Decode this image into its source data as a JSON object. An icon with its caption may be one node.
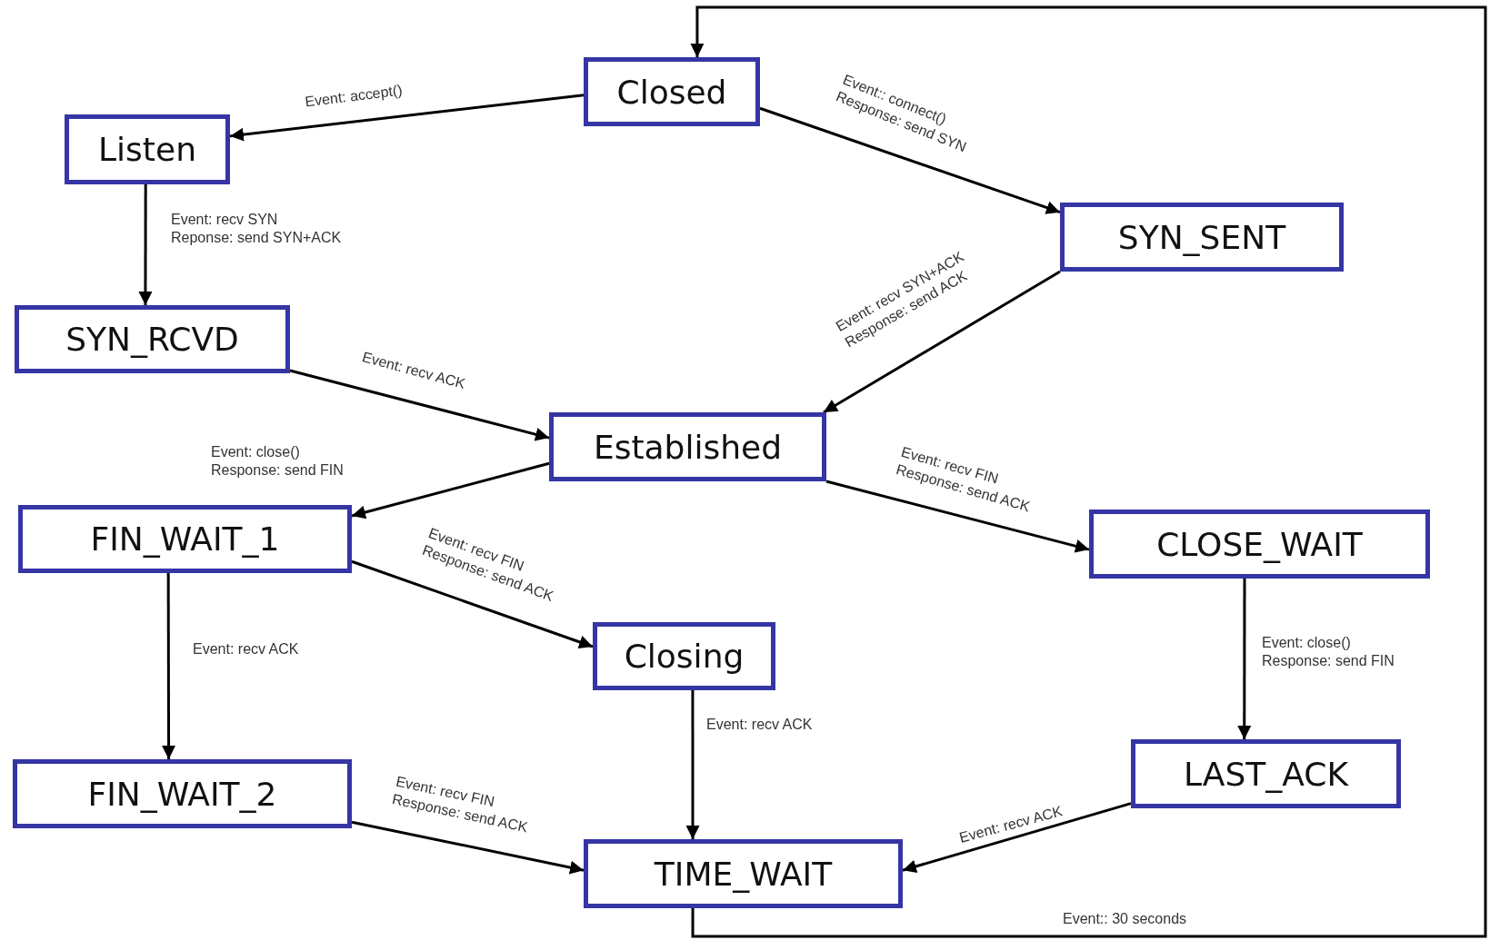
{
  "diagram": {
    "nodes": [
      {
        "text": [
          "Closed"
        ]
      },
      {
        "text": [
          "Listen"
        ]
      },
      {
        "text": [
          "SYN_SENT"
        ]
      },
      {
        "text": [
          "SYN_RCVD"
        ]
      },
      {
        "text": [
          "Established"
        ]
      },
      {
        "text": [
          "FIN_WAIT_1"
        ]
      },
      {
        "text": [
          "CLOSE_WAIT"
        ]
      },
      {
        "text": [
          "Closing"
        ]
      },
      {
        "text": [
          "FIN_WAIT_2"
        ]
      },
      {
        "text": [
          "LAST_ACK"
        ]
      },
      {
        "text": [
          "TIME_WAIT"
        ]
      }
    ],
    "edges": [
      {
        "from": 0,
        "to": 1,
        "arrow": "to",
        "label": "Event: accept()"
      },
      {
        "from": 0,
        "to": 2,
        "arrow": "to",
        "label": "Event:: connect() Response: send SYN"
      },
      {
        "from": 1,
        "to": 3,
        "arrow": "to",
        "label": "Event: recv SYN Reponse: send SYN+ACK"
      },
      {
        "from": 2,
        "to": 4,
        "arrow": "to",
        "label": "Event: recv SYN+ACK Response: send ACK"
      },
      {
        "from": 3,
        "to": 4,
        "arrow": "to",
        "label": "Event: recv ACK"
      },
      {
        "from": 4,
        "to": 5,
        "arrow": "to",
        "label": "Event: close() Response: send FIN"
      },
      {
        "from": 4,
        "to": 6,
        "arrow": "to",
        "label": "Event: recv FIN Response: send ACK"
      },
      {
        "from": 5,
        "to": 7,
        "arrow": "to",
        "label": "Event: recv FIN Response: send ACK"
      },
      {
        "from": 5,
        "to": 8,
        "arrow": "to",
        "label": "Event: recv ACK"
      },
      {
        "from": 6,
        "to": 9,
        "arrow": "to",
        "label": "Event: close() Response: send FIN"
      },
      {
        "from": 7,
        "to": 10,
        "arrow": "to",
        "label": "Event: recv ACK"
      },
      {
        "from": 8,
        "to": 10,
        "arrow": "to",
        "label": "Event: recv FIN Response: send ACK"
      },
      {
        "from": 9,
        "to": 10,
        "arrow": "to",
        "label": "Event: recv ACK"
      },
      {
        "from": 10,
        "to": 0,
        "arrow": "to",
        "label": "Event:: 30 seconds"
      }
    ]
  }
}
